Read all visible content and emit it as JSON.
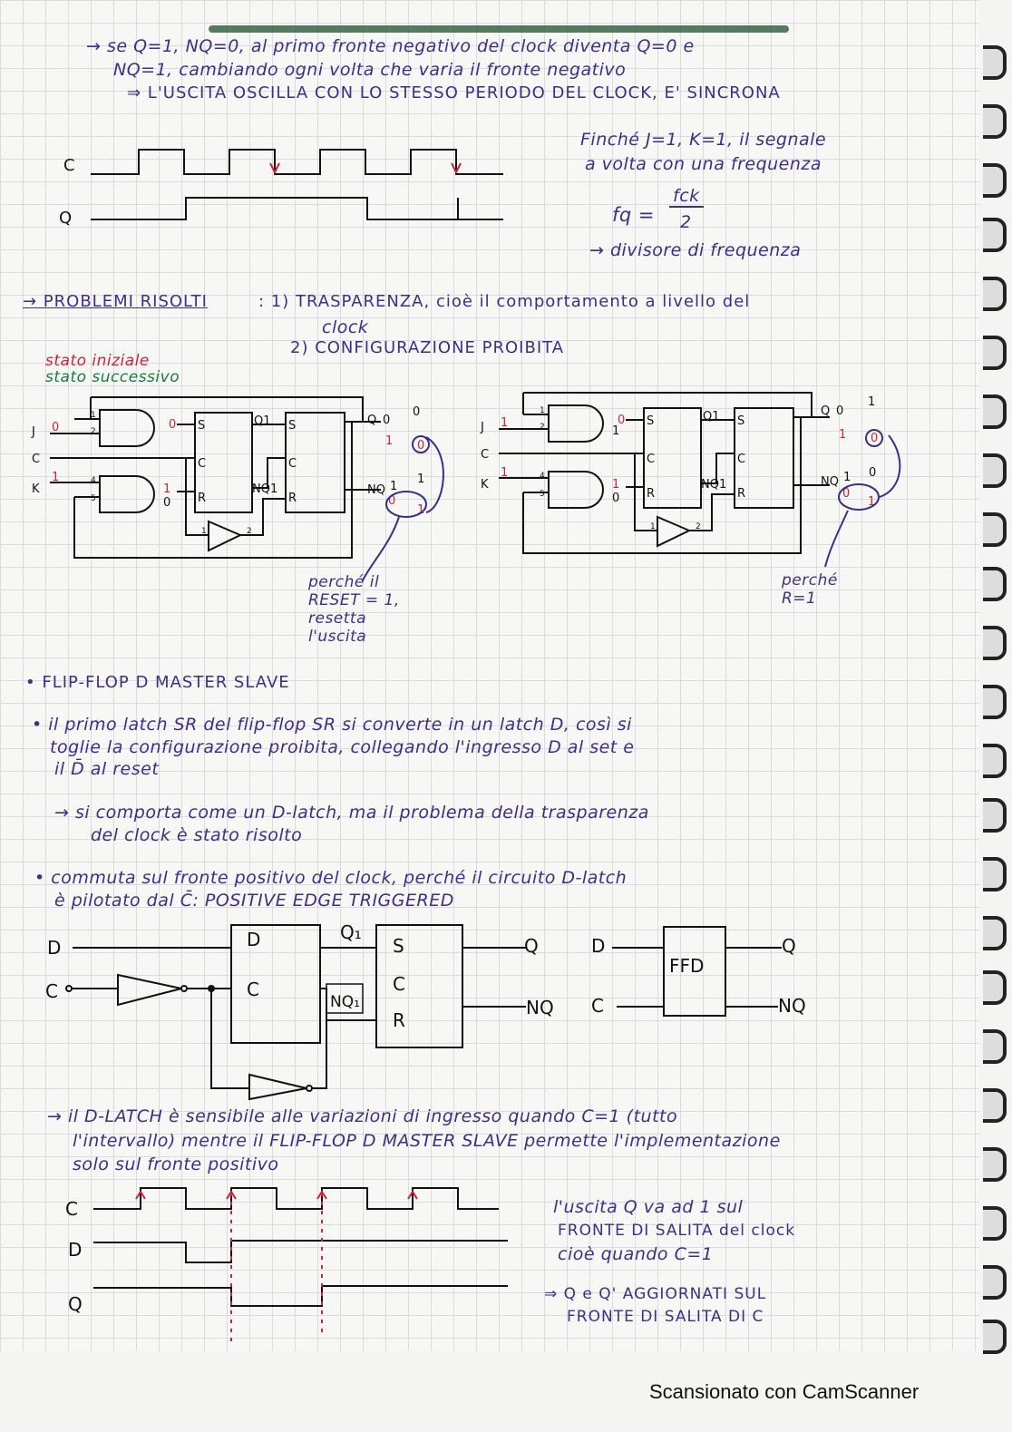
{
  "notes": {
    "line1": "→ se Q=1, NQ=0, al primo fronte negativo del clock diventa Q=0 e",
    "line2": "NQ=1, cambiando ogni volta che varia il fronte negativo",
    "line3": "⇒ L'USCITA OSCILLA CON LO STESSO PERIODO DEL CLOCK, E' SINCRONA",
    "side1": "Finché J=1, K=1, il segnale",
    "side2": "a volta con una frequenza",
    "formula_lhs": "fq =",
    "formula_num": "fck",
    "formula_den": "2",
    "side3": "→ divisore di frequenza",
    "problems_label": "→ PROBLEMI RISOLTI",
    "problems_1": ": 1) TRASPARENZA, cioè il comportamento a livello del",
    "problems_1b": "clock",
    "problems_2": "2) CONFIGURAZIONE PROIBITA",
    "legend_initial": "stato iniziale",
    "legend_next": "stato successivo",
    "note_left": [
      "perché il",
      "RESET = 1,",
      "resetta",
      "l'uscita"
    ],
    "note_right": [
      "perché",
      "R=1"
    ],
    "heading_ms": "• FLIP-FLOP D MASTER SLAVE",
    "bullet1a": "• il primo latch SR del flip-flop SR si converte in un latch D, così si",
    "bullet1b": "toglie la configurazione proibita, collegando l'ingresso D al set e",
    "bullet1c": "il D̄ al reset",
    "arrow1a": "→ si comporta come un D-latch, ma il problema della trasparenza",
    "arrow1b": "del clock è stato risolto",
    "bullet2a": "• commuta sul fronte positivo del clock, perché il circuito D-latch",
    "bullet2b": "è pilotato dal C̄: POSITIVE EDGE TRIGGERED",
    "bottom1": "→ il D-LATCH è sensibile alle variazioni di ingresso quando C=1 (tutto",
    "bottom2": "l'intervallo) mentre il FLIP-FLOP D MASTER SLAVE permette l'implementazione",
    "bottom3": "solo sul fronte positivo",
    "right1": "l'uscita Q va ad 1 sul",
    "right2": "FRONTE DI SALITA del clock",
    "right3": "cioè quando C=1",
    "right4": "⇒ Q e Q' AGGIORNATI SUL",
    "right5": "FRONTE DI SALITA DI C"
  },
  "diagrams": {
    "wave_top": {
      "c": "C",
      "q": "Q"
    },
    "circuit1": {
      "j": "J",
      "c": "C",
      "k": "K",
      "j_val": "0",
      "k_val": "1",
      "and1_out": "0",
      "and2_out": "1",
      "and2_out2": "0",
      "and1_in": "1",
      "and1_in2": "2",
      "and2_in": "4",
      "and2_in2": "5",
      "s": "S",
      "cc": "C",
      "r": "R",
      "q1": "Q1",
      "nq1": "NQ1",
      "s2": "S",
      "c2": "C",
      "r2": "R",
      "q": "Q",
      "q_val": "0",
      "q_next": "0",
      "q_alt": "1",
      "q_circ": "0",
      "nq": "NQ",
      "nq_val": "1",
      "nq_next": "1",
      "nq_alt": "0",
      "nq_circ": "1",
      "inv_in": "1",
      "inv_out": "2"
    },
    "circuit2": {
      "j": "J",
      "c": "C",
      "k": "K",
      "j_val": "1",
      "k_val": "1",
      "and1_out": "0",
      "and1_out2": "1",
      "and2_out": "1",
      "and2_out2": "0",
      "and1_in": "1",
      "and1_in2": "2",
      "and2_in": "4",
      "and2_in2": "5",
      "s": "S",
      "cc": "C",
      "r": "R",
      "q1": "Q1",
      "nq1": "NQ1",
      "s2": "S",
      "c2": "C",
      "r2": "R",
      "q": "Q",
      "q_val": "0",
      "q_next": "1",
      "q_alt": "1",
      "q_circ": "0",
      "nq": "NQ",
      "nq_val": "1",
      "nq_next": "0",
      "nq_alt": "0",
      "nq_circ": "1",
      "inv_in": "1",
      "inv_out": "2"
    },
    "master_slave": {
      "d_in": "D",
      "c_in": "C",
      "d": "D",
      "c": "C",
      "q1": "Q₁",
      "nq1": "NQ₁",
      "s": "S",
      "cc": "C",
      "r": "R",
      "q": "Q",
      "nq": "NQ"
    },
    "ffd": {
      "d": "D",
      "c": "C",
      "label": "FFD",
      "q": "Q",
      "nq": "NQ"
    },
    "wave_bottom": {
      "c": "C",
      "d": "D",
      "q": "Q"
    }
  },
  "footer": "Scansionato con CamScanner",
  "colors": {
    "ink": "#3b2f8c",
    "red": "#d0223a",
    "green": "#16803a",
    "black": "#111111"
  }
}
